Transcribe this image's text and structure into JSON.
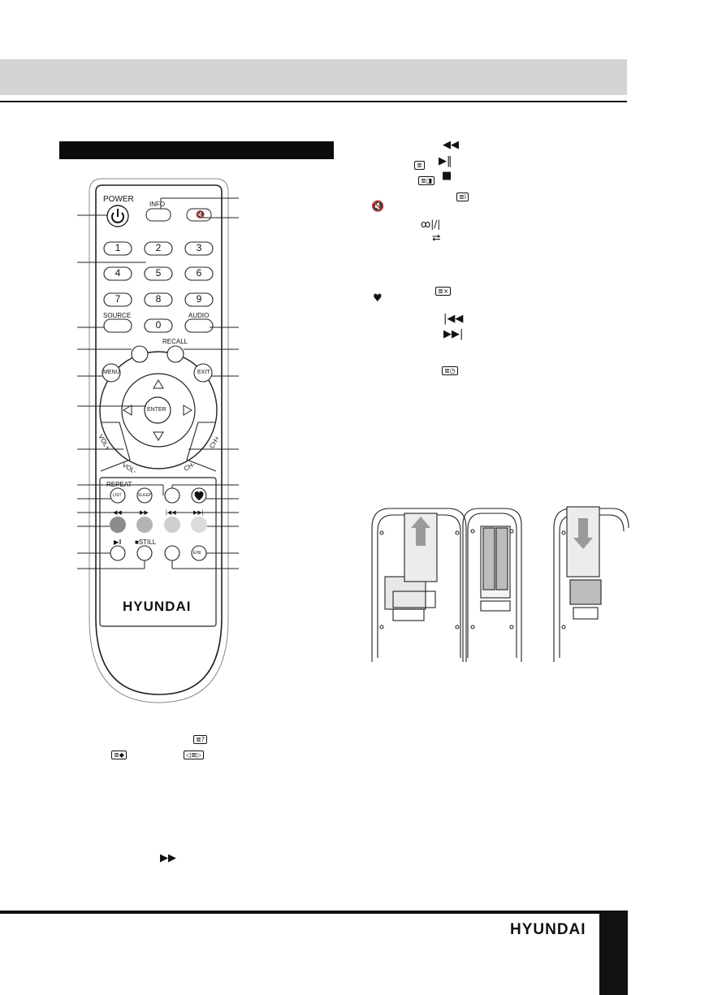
{
  "page": {
    "footer_brand": "HYUNDAI"
  },
  "remote": {
    "brand": "HYUNDAI",
    "labels": {
      "power": "POWER",
      "info": "INFO",
      "source": "SOURCE",
      "audio": "AUDIO",
      "recall": "RECALL",
      "menu": "MENU",
      "exit": "EXIT",
      "enter": "ENTER",
      "vol_plus": "VOL+",
      "vol_minus": "VOL-",
      "ch_plus": "CH+",
      "ch_minus": "CH-",
      "repeat": "REPEAT",
      "list": "LIST",
      "sleep": "SLEEP",
      "still": "■STILL",
      "ew": "E/W",
      "play_pause_symbol": "▶‖",
      "rew_symbol": "◀◀",
      "ff_symbol": "▶▶",
      "prev_symbol": "|◀◀",
      "next_symbol": "▶▶|"
    },
    "digits": [
      "1",
      "2",
      "3",
      "4",
      "5",
      "6",
      "7",
      "8",
      "9",
      "0"
    ]
  },
  "legend_icons": {
    "rewind": "◀◀",
    "play_pause": "▶‖",
    "stop": "■",
    "mute": "🔇",
    "audio": "ꝏ|/|",
    "repeat": "⮂",
    "favorite": "♥",
    "prev": "|◀◀",
    "next": "▶▶|",
    "fast_forward": "▶▶"
  }
}
